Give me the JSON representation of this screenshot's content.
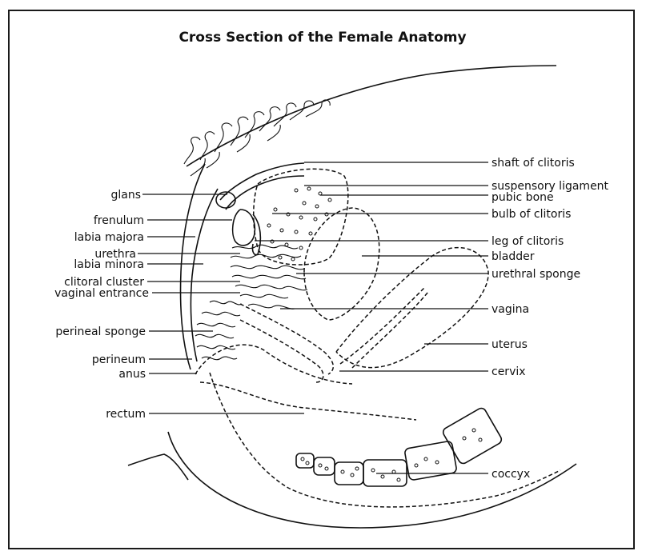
{
  "title": "Cross Section of the Female Anatomy",
  "labels_left": {
    "glans": "glans",
    "frenulum": "frenulum",
    "labia_majora": "labia majora",
    "urethra": "urethra",
    "labia_minora": "labia minora",
    "clitoral_cluster": "clitoral cluster",
    "vaginal_entrance": "vaginal entrance",
    "perineal_sponge": "perineal sponge",
    "perineum": "perineum",
    "anus": "anus",
    "rectum": "rectum"
  },
  "labels_right": {
    "shaft_of_clitoris": "shaft of clitoris",
    "suspensory_ligament": "suspensory ligament",
    "pubic_bone": "pubic bone",
    "bulb_of_clitoris": "bulb of clitoris",
    "leg_of_clitoris": "leg of clitoris",
    "bladder": "bladder",
    "urethral_sponge": "urethral sponge",
    "vagina": "vagina",
    "uterus": "uterus",
    "cervix": "cervix",
    "coccyx": "coccyx"
  }
}
